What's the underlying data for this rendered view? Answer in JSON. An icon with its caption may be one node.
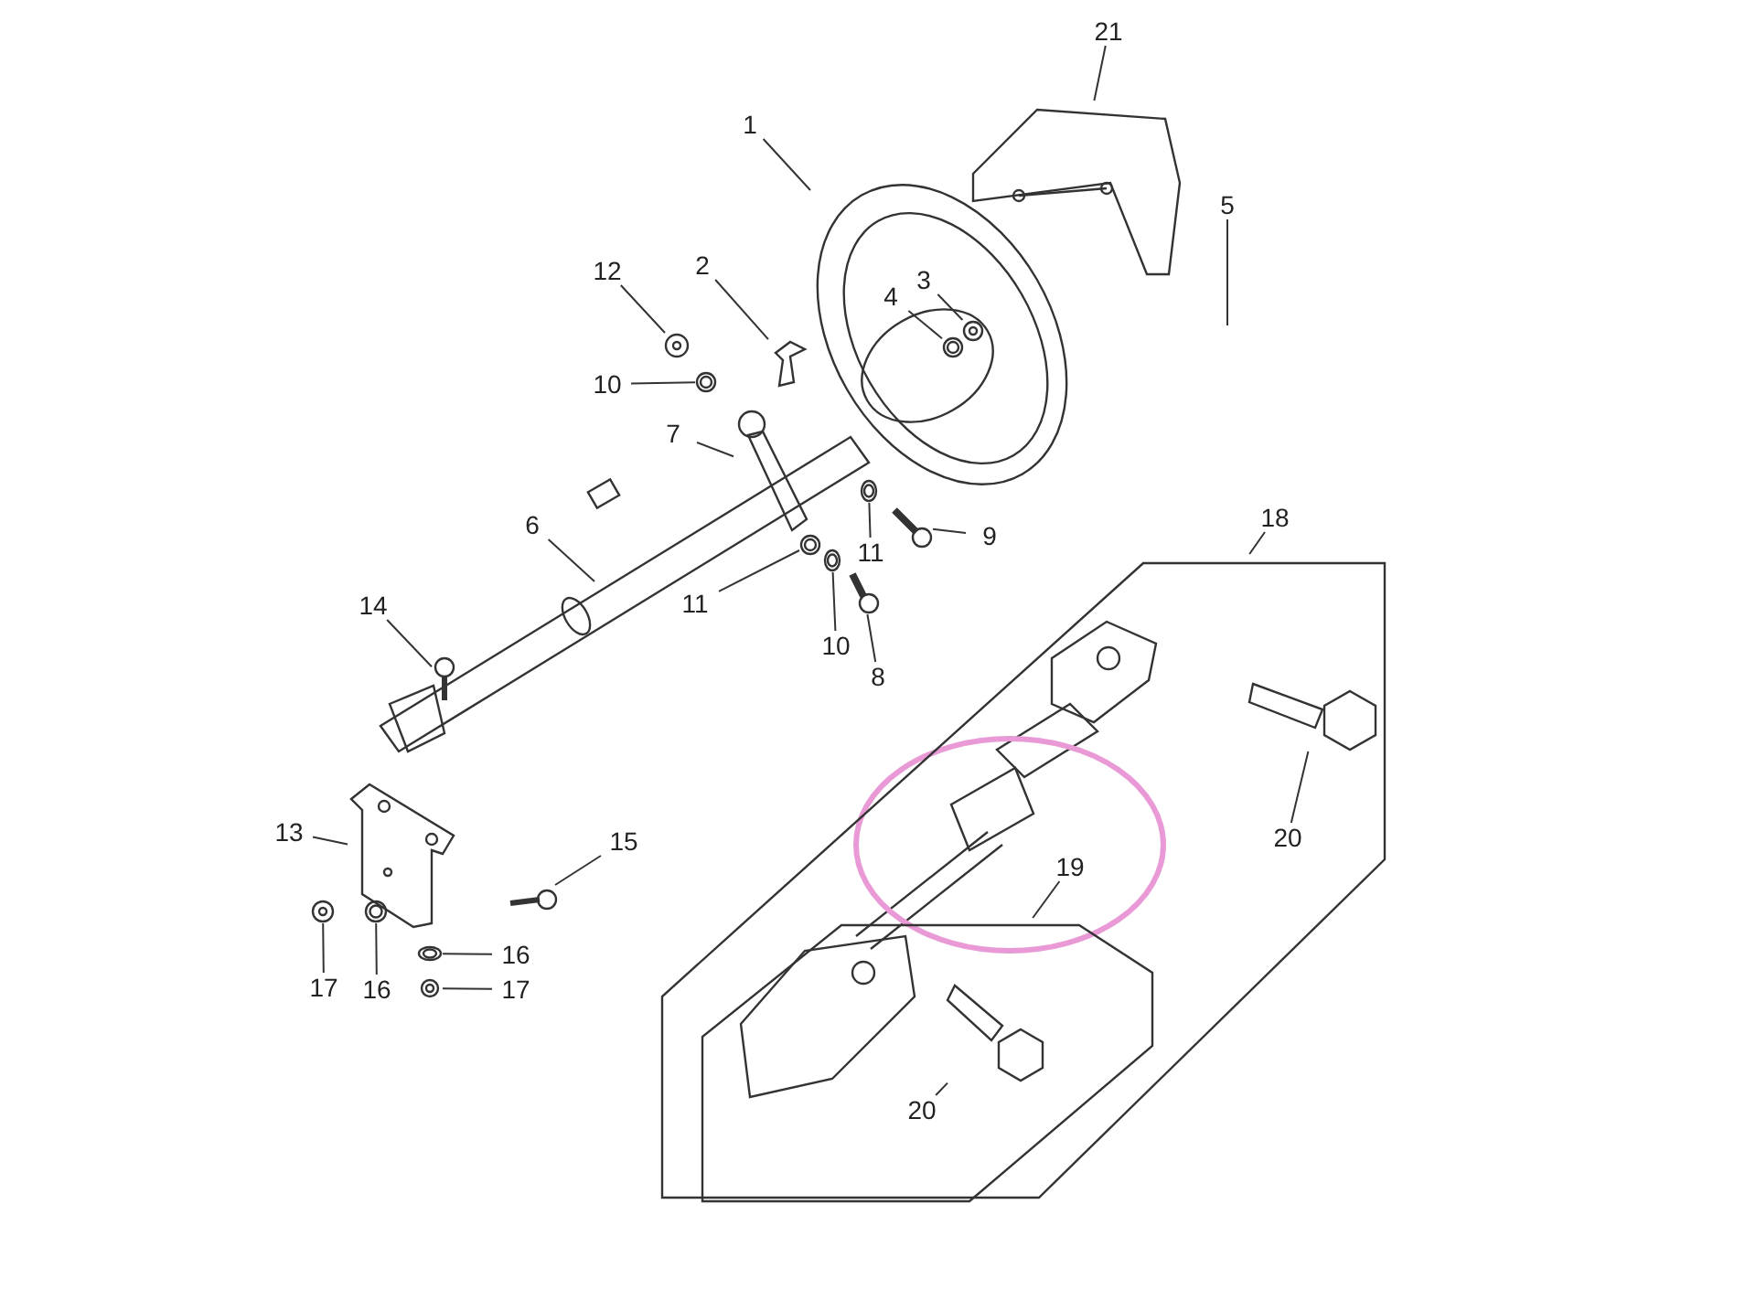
{
  "diagram": {
    "nodes": [
      {
        "text": [],
        "shape": "picture"
      },
      {
        "text": [
          "1"
        ]
      },
      {
        "text": [
          "21"
        ]
      },
      {
        "text": [
          "5"
        ]
      },
      {
        "text": [
          "12"
        ]
      },
      {
        "text": [
          "2"
        ]
      },
      {
        "text": [
          "4"
        ],
        "in": 0
      },
      {
        "text": [
          "3"
        ],
        "in": 0
      },
      {
        "text": [
          "10"
        ]
      },
      {
        "text": [
          "7"
        ]
      },
      {
        "text": [
          "6"
        ]
      },
      {
        "text": [
          "11"
        ]
      },
      {
        "text": [
          "9"
        ]
      },
      {
        "text": [
          "11"
        ]
      },
      {
        "text": [
          "10"
        ]
      },
      {
        "text": [
          "8"
        ]
      },
      {
        "text": [
          "14"
        ]
      },
      {
        "text": [
          "13"
        ]
      },
      {
        "text": [
          "15"
        ]
      },
      {
        "text": [
          "17"
        ]
      },
      {
        "text": [
          "16"
        ]
      },
      {
        "text": [
          "16"
        ]
      },
      {
        "text": [
          "17"
        ]
      },
      {
        "text": [
          "18"
        ]
      },
      {
        "text": [],
        "shape": "box"
      },
      {
        "text": [],
        "shape": "box",
        "in": 24
      },
      {
        "text": [
          "19"
        ],
        "in": 24
      },
      {
        "text": [
          "20"
        ],
        "in": 24
      },
      {
        "text": [
          "20"
        ],
        "in": 25
      },
      {
        "text": [],
        "shape": "picture"
      },
      {
        "text": [],
        "shape": "picture"
      },
      {
        "text": [],
        "shape": "picture"
      },
      {
        "text": [],
        "shape": "picture",
        "in": 0
      },
      {
        "text": [],
        "shape": "picture",
        "in": 0
      },
      {
        "text": [],
        "shape": "picture"
      },
      {
        "text": [],
        "shape": "picture"
      },
      {
        "text": [],
        "shape": "picture"
      },
      {
        "text": [],
        "shape": "picture"
      },
      {
        "text": [],
        "shape": "picture"
      },
      {
        "text": [],
        "shape": "picture"
      },
      {
        "text": [],
        "shape": "picture"
      },
      {
        "text": [],
        "shape": "picture"
      },
      {
        "text": [],
        "shape": "picture"
      },
      {
        "text": [],
        "shape": "picture"
      },
      {
        "text": [],
        "shape": "picture"
      },
      {
        "text": [],
        "shape": "picture"
      },
      {
        "text": [],
        "shape": "picture"
      },
      {
        "text": [],
        "shape": "picture"
      },
      {
        "text": [],
        "shape": "picture"
      },
      {
        "text": [],
        "shape": "picture",
        "in": 24
      },
      {
        "text": [],
        "shape": "picture",
        "in": 25
      }
    ],
    "edges": [
      {
        "from": 1,
        "to": 0,
        "arrow": "none"
      },
      {
        "from": 2,
        "to": 29,
        "arrow": "none"
      },
      {
        "from": 3,
        "to": null,
        "arrow": "none"
      },
      {
        "from": 4,
        "to": 30,
        "arrow": "none"
      },
      {
        "from": 5,
        "to": 31,
        "arrow": "none"
      },
      {
        "from": 6,
        "to": 32,
        "arrow": "none"
      },
      {
        "from": 7,
        "to": 33,
        "arrow": "none"
      },
      {
        "from": 8,
        "to": 34,
        "arrow": "none"
      },
      {
        "from": 9,
        "to": 35,
        "arrow": "none"
      },
      {
        "from": 10,
        "to": 36,
        "arrow": "none"
      },
      {
        "from": 11,
        "to": 37,
        "arrow": "none"
      },
      {
        "from": 12,
        "to": 38,
        "arrow": "none"
      },
      {
        "from": 13,
        "to": 39,
        "arrow": "none"
      },
      {
        "from": 14,
        "to": 40,
        "arrow": "none"
      },
      {
        "from": 15,
        "to": 41,
        "arrow": "none"
      },
      {
        "from": 16,
        "to": 42,
        "arrow": "none"
      },
      {
        "from": 17,
        "to": 43,
        "arrow": "none"
      },
      {
        "from": 18,
        "to": 44,
        "arrow": "none"
      },
      {
        "from": 19,
        "to": 45,
        "arrow": "none"
      },
      {
        "from": 20,
        "to": 46,
        "arrow": "none"
      },
      {
        "from": 21,
        "to": 47,
        "arrow": "none"
      },
      {
        "from": 22,
        "to": 48,
        "arrow": "none"
      },
      {
        "from": 23,
        "to": 24,
        "arrow": "none"
      },
      {
        "from": 26,
        "to": 25,
        "arrow": "none"
      },
      {
        "from": 27,
        "to": 49,
        "arrow": "none"
      },
      {
        "from": 28,
        "to": 50,
        "arrow": "none"
      }
    ]
  }
}
